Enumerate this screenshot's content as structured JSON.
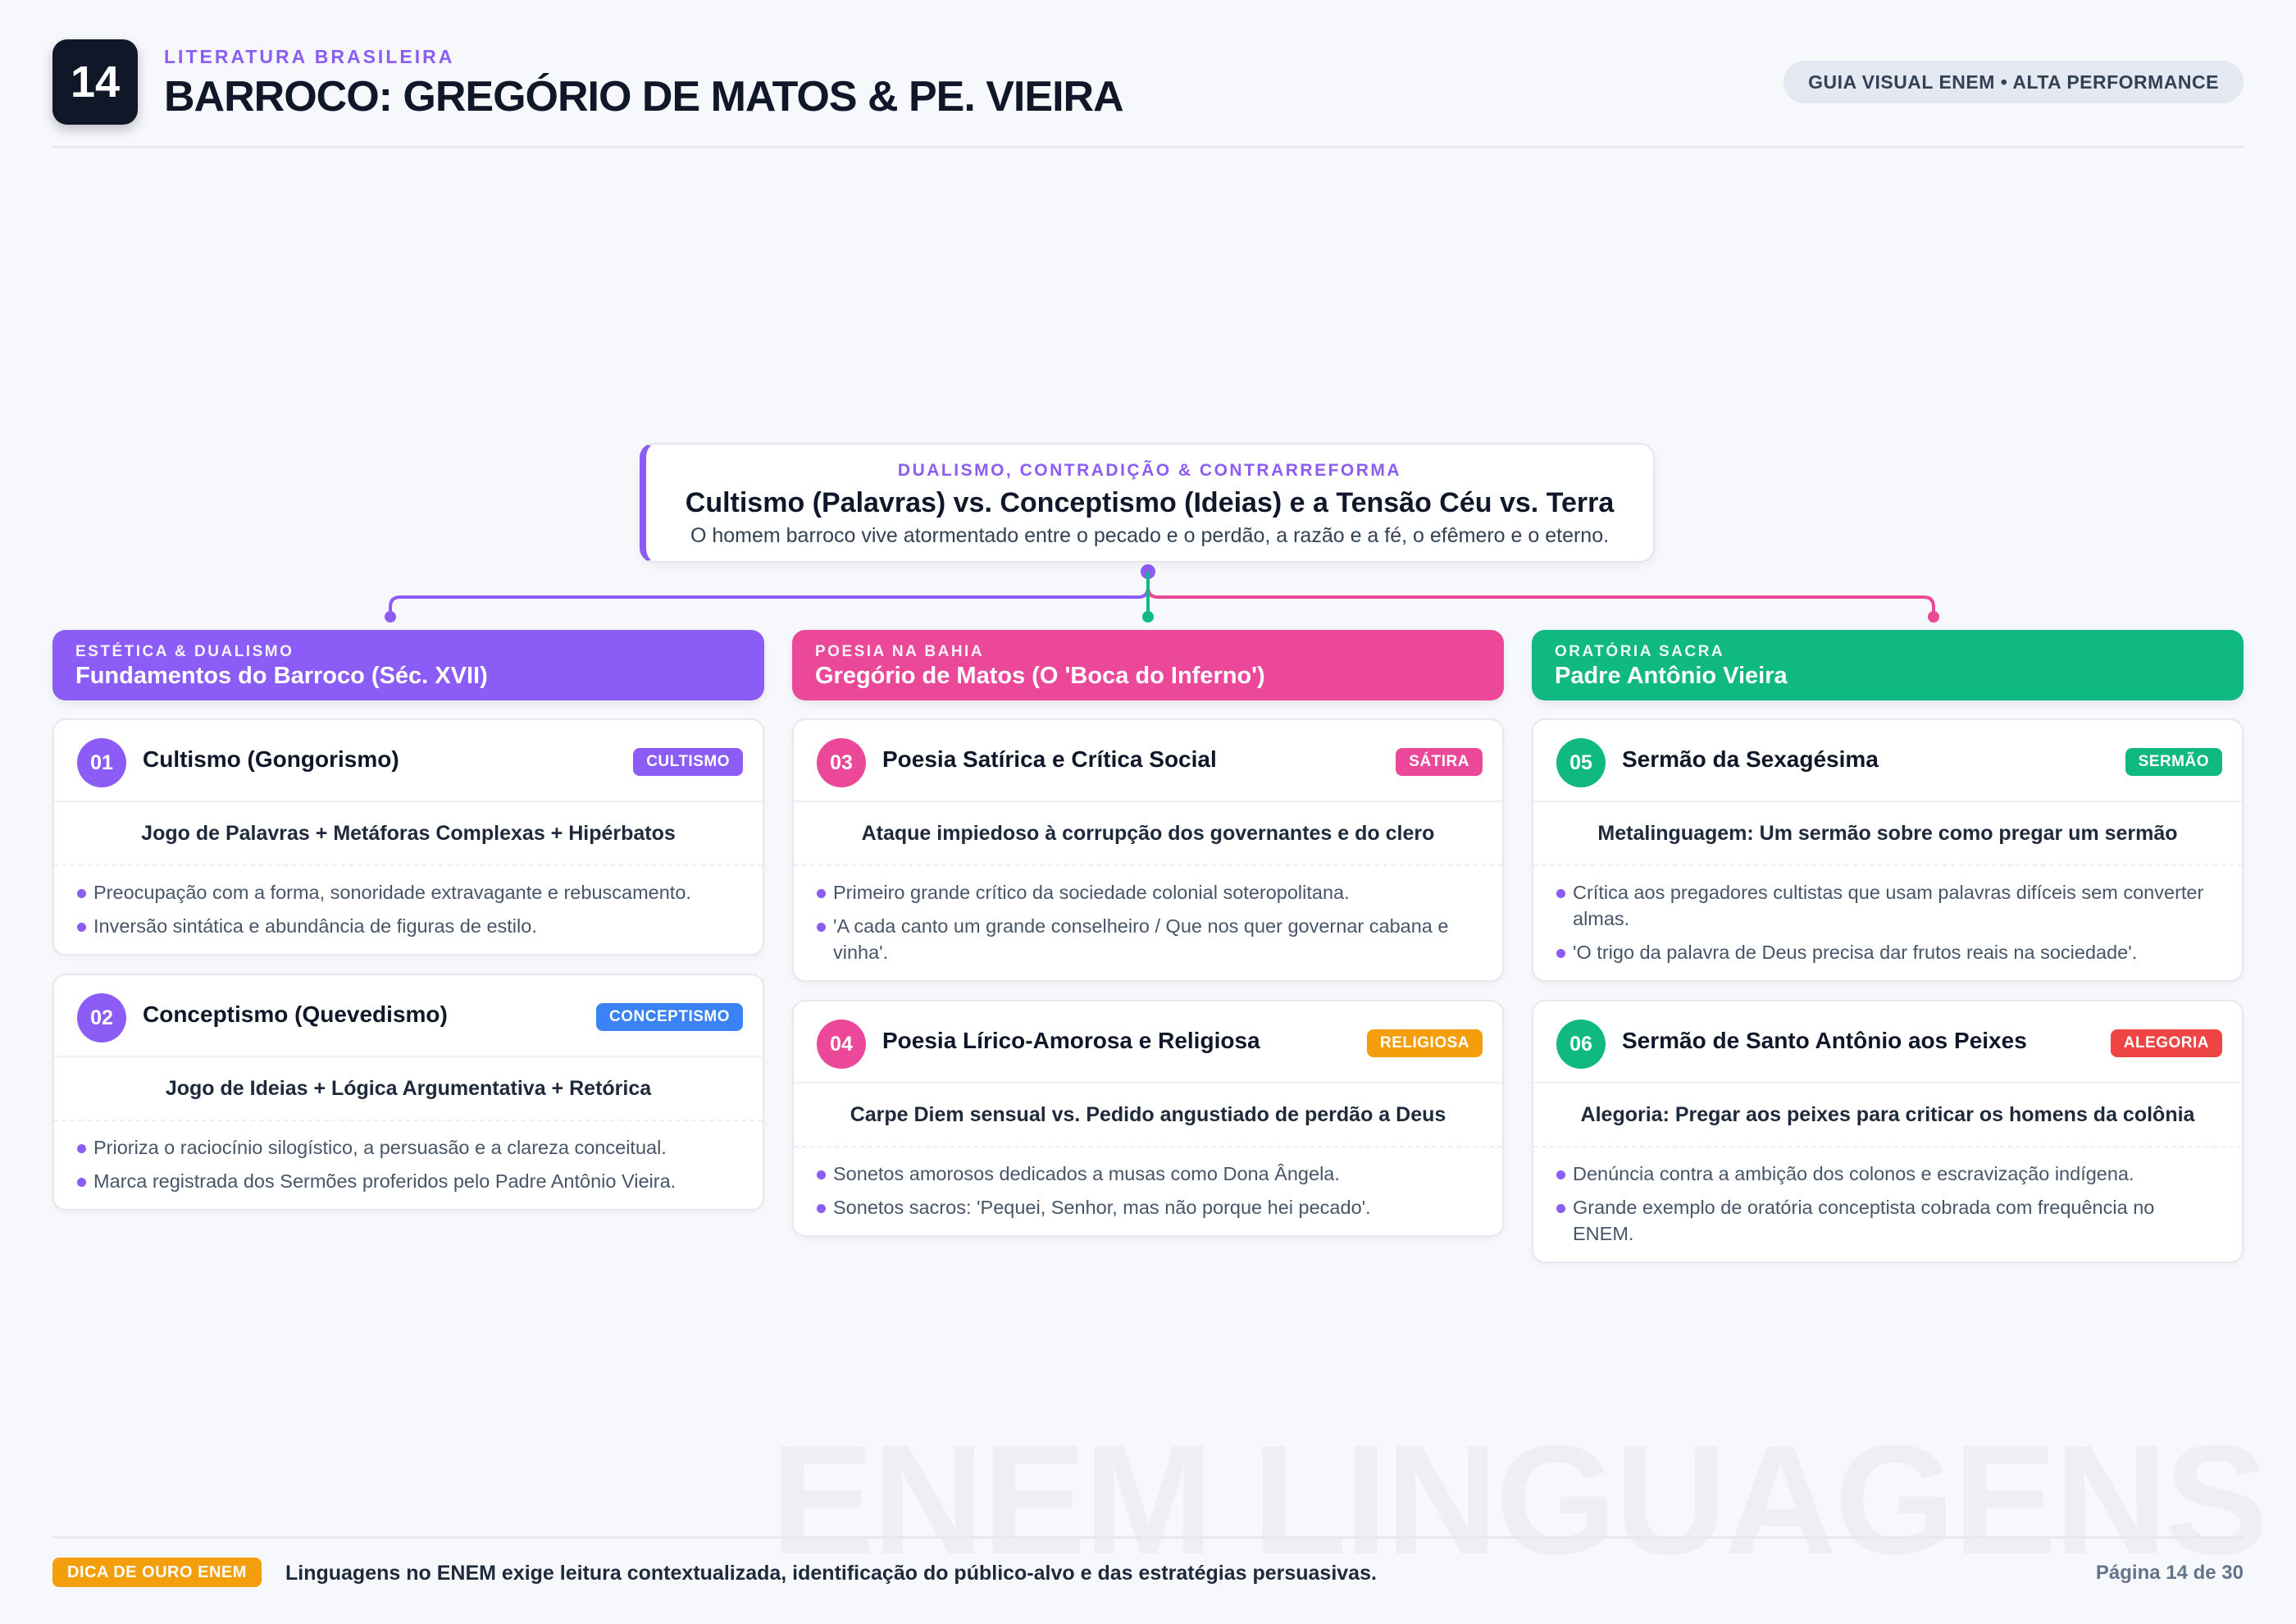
{
  "header": {
    "page_number": "14",
    "kicker": "LITERATURA BRASILEIRA",
    "title": "BARROCO: GREGÓRIO DE MATOS & PE. VIEIRA",
    "guide_label": "GUIA VISUAL ENEM • ALTA PERFORMANCE"
  },
  "central": {
    "kicker": "DUALISMO, CONTRADIÇÃO & CONTRARREFORMA",
    "title": "Cultismo (Palavras) vs. Conceptismo (Ideias) e a Tensão Céu vs. Terra",
    "subtitle": "O homem barroco vive atormentado entre o pecado e o perdão, a razão e a fé, o efêmero e o eterno."
  },
  "colors": {
    "purple": "#8b5cf6",
    "pink": "#ec4899",
    "green": "#10b981",
    "blue": "#3b82f6",
    "orange": "#f59e0b",
    "red": "#ef4444",
    "dark": "#0f1729"
  },
  "columns": [
    {
      "kicker": "ESTÉTICA & DUALISMO",
      "title": "Fundamentos do Barroco (Séc. XVII)",
      "cards": [
        {
          "number": "01",
          "title": "Cultismo (Gongorismo)",
          "badge": "CULTISMO",
          "key": "Jogo de Palavras + Metáforas Complexas + Hipérbatos",
          "bullets": [
            "Preocupação com a forma, sonoridade extravagante e rebuscamento.",
            "Inversão sintática e abundância de figuras de estilo."
          ]
        },
        {
          "number": "02",
          "title": "Conceptismo (Quevedismo)",
          "badge": "CONCEPTISMO",
          "key": "Jogo de Ideias + Lógica Argumentativa + Retórica",
          "bullets": [
            "Prioriza o raciocínio silogístico, a persuasão e a clareza conceitual.",
            "Marca registrada dos Sermões proferidos pelo Padre Antônio Vieira."
          ]
        }
      ]
    },
    {
      "kicker": "POESIA NA BAHIA",
      "title": "Gregório de Matos (O 'Boca do Inferno')",
      "cards": [
        {
          "number": "03",
          "title": "Poesia Satírica e Crítica Social",
          "badge": "SÁTIRA",
          "key": "Ataque impiedoso à corrupção dos governantes e do clero",
          "bullets": [
            "Primeiro grande crítico da sociedade colonial soteropolitana.",
            "'A cada canto um grande conselheiro / Que nos quer governar cabana e vinha'."
          ]
        },
        {
          "number": "04",
          "title": "Poesia Lírico-Amorosa e Religiosa",
          "badge": "RELIGIOSA",
          "key": "Carpe Diem sensual vs. Pedido angustiado de perdão a Deus",
          "bullets": [
            "Sonetos amorosos dedicados a musas como Dona Ângela.",
            "Sonetos sacros: 'Pequei, Senhor, mas não porque hei pecado'."
          ]
        }
      ]
    },
    {
      "kicker": "ORATÓRIA SACRA",
      "title": "Padre Antônio Vieira",
      "cards": [
        {
          "number": "05",
          "title": "Sermão da Sexagésima",
          "badge": "SERMÃO",
          "key": "Metalinguagem: Um sermão sobre como pregar um sermão",
          "bullets": [
            "Crítica aos pregadores cultistas que usam palavras difíceis sem converter almas.",
            "'O trigo da palavra de Deus precisa dar frutos reais na sociedade'."
          ]
        },
        {
          "number": "06",
          "title": "Sermão de Santo Antônio aos Peixes",
          "badge": "ALEGORIA",
          "key": "Alegoria: Pregar aos peixes para criticar os homens da colônia",
          "bullets": [
            "Denúncia contra a ambição dos colonos e escravização indígena.",
            "Grande exemplo de oratória conceptista cobrada com frequência no ENEM."
          ]
        }
      ]
    }
  ],
  "watermark": "ENEM LINGUAGENS",
  "footer": {
    "tip_badge": "DICA DE OURO ENEM",
    "tip_text": "Linguagens no ENEM exige leitura contextualizada, identificação do público-alvo e das estratégias persuasivas.",
    "page_label": "Página 14 de 30"
  }
}
